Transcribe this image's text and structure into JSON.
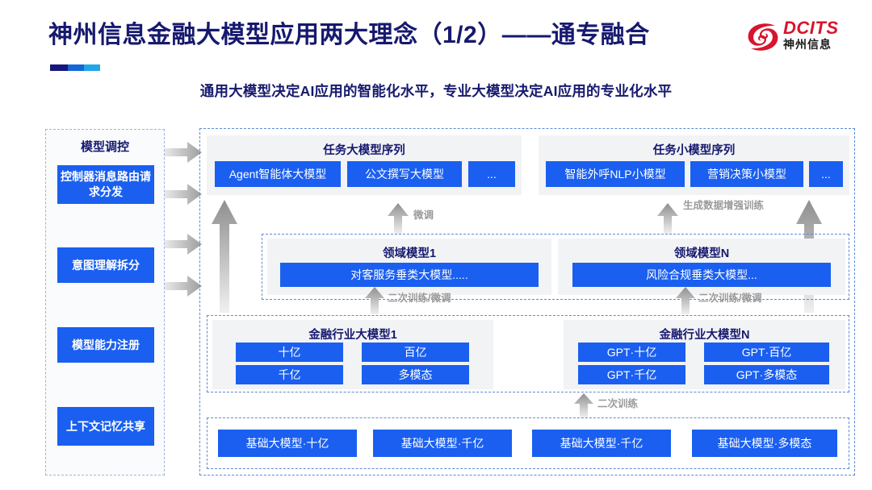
{
  "header": {
    "title": "神州信息金融大模型应用两大理念（1/2）——通专融合",
    "subtitle": "通用大模型决定AI应用的智能化水平，专业大模型决定AI应用的专业化水平",
    "logo": {
      "brand_en": "DCITS",
      "brand_cn": "神州信息",
      "icon": "dcits-swirl-icon"
    }
  },
  "colors": {
    "title_navy": "#16196e",
    "chip_blue": "#1a5ff0",
    "panel_gray": "#f2f3f5",
    "dashed_border": "#5c8ad4",
    "arrow_gray": "#a8a8a8",
    "logo_red": "#d8142e"
  },
  "sidebar": {
    "title": "模型调控",
    "items": [
      {
        "label": "控制器消息路由请求分发"
      },
      {
        "label": "意图理解拆分"
      },
      {
        "label": "模型能力注册"
      },
      {
        "label": "上下文记忆共享"
      }
    ]
  },
  "flow_arrows": {
    "sidebar_to_main_count": 4,
    "labels": {
      "fine_tune": "微调",
      "data_aug": "生成数据增强训练",
      "retrain_finetune": "二次训练/微调",
      "retrain": "二次训练"
    }
  },
  "task_rows": [
    {
      "title": "任务大模型序列",
      "chips": [
        "Agent智能体大模型",
        "公文撰写大模型",
        "..."
      ]
    },
    {
      "title": "任务小模型序列",
      "chips": [
        "智能外呼NLP小模型",
        "营销决策小模型",
        "..."
      ]
    }
  ],
  "domain_rows": [
    {
      "title": "领域模型1",
      "chips": [
        "对客服务垂类大模型....."
      ]
    },
    {
      "title": "领域模型N",
      "chips": [
        "风险合规垂类大模型..."
      ]
    }
  ],
  "industry_rows": [
    {
      "title": "金融行业大模型1",
      "chips": [
        "十亿",
        "百亿",
        "千亿",
        "多模态"
      ]
    },
    {
      "title": "金融行业大模型N",
      "chips": [
        "GPT·十亿",
        "GPT·百亿",
        "GPT·千亿",
        "GPT·多模态"
      ]
    }
  ],
  "base_models": [
    "基础大模型·十亿",
    "基础大模型·千亿",
    "基础大模型·千亿",
    "基础大模型·多模态"
  ]
}
